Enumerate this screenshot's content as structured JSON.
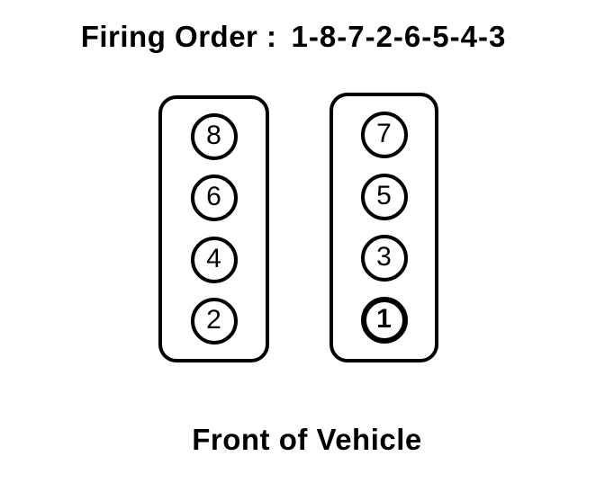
{
  "title": {
    "label": "Firing Order :",
    "sequence": "1-8-7-2-6-5-4-3"
  },
  "diagram": {
    "banks": [
      {
        "name": "left-bank",
        "cylinders": [
          "8",
          "6",
          "4",
          "2"
        ]
      },
      {
        "name": "right-bank",
        "cylinders": [
          "7",
          "5",
          "3",
          "1"
        ]
      }
    ],
    "highlight_cylinder": "1"
  },
  "footer": {
    "label": "Front of Vehicle"
  },
  "colors": {
    "ink": "#000000",
    "background": "#ffffff"
  }
}
